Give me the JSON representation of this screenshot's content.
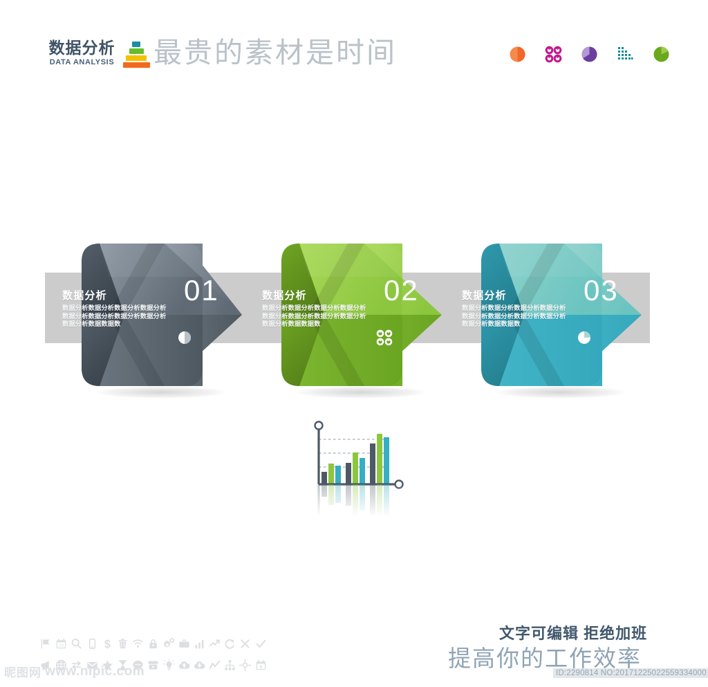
{
  "header": {
    "brand_cn": "数据分析",
    "brand_en": "DATA ANALYSIS",
    "title": "最贵的素材是时间",
    "logo_icon": "pyramid-icon",
    "icons": [
      {
        "name": "orange-pie-icon",
        "color": "#f2672a"
      },
      {
        "name": "magenta-four-circles-icon",
        "color": "#c2168c"
      },
      {
        "name": "purple-pie-chart-icon",
        "color": "#6b3fa0"
      },
      {
        "name": "teal-dot-bar-chart-icon",
        "color": "#128c96"
      },
      {
        "name": "green-pie-icon",
        "color": "#6aa81e"
      }
    ],
    "pyramid_colors": [
      "#1c8fa0",
      "#66bd2e",
      "#f2c200",
      "#f26a1b"
    ]
  },
  "band": {
    "color": "#cccccc"
  },
  "panels": [
    {
      "number": "01",
      "title": "数据分析",
      "body": "数据分析数据分析数据分析数据分析数据分析数据分析数据分析数据分析数据分析数据数据数",
      "icon": "half-circle-pie-icon",
      "color_light": "#7b8794",
      "color_mid": "#6a757f",
      "color_dark": "#4d5863",
      "color_deep": "#3b444d",
      "accent": "#5c6670"
    },
    {
      "number": "02",
      "title": "数据分析",
      "body": "数据分析数据分析数据分析数据分析数据分析数据分析数据分析数据分析数据分析数据数据数",
      "icon": "four-circles-icon",
      "color_light": "#9ed14a",
      "color_mid": "#8cc63f",
      "color_dark": "#6fa524",
      "color_deep": "#5c8c1c",
      "accent": "#7cb52f"
    },
    {
      "number": "03",
      "title": "数据分析",
      "body": "数据分析数据分析数据分析数据分析数据分析数据分析数据分析数据分析数据分析数据数据数",
      "icon": "quarter-pie-icon",
      "color_light": "#7cc9c4",
      "color_mid": "#63bfbd",
      "color_dark": "#36aec3",
      "color_deep": "#2a8fa3",
      "accent": "#4cb7bf"
    }
  ],
  "chart_data": {
    "type": "bar",
    "title": "",
    "xlabel": "",
    "ylabel": "",
    "categories": [
      "1",
      "2",
      "3"
    ],
    "ylim": [
      0,
      100
    ],
    "grid": true,
    "legend": "none",
    "series": [
      {
        "name": "gray",
        "color": "#4d5a66",
        "values": [
          17,
          33,
          72
        ]
      },
      {
        "name": "green",
        "color": "#8cc63f",
        "values": [
          36,
          57,
          93
        ]
      },
      {
        "name": "teal",
        "color": "#36aec3",
        "values": [
          33,
          46,
          85
        ]
      }
    ]
  },
  "footer": {
    "bold_text": "文字可编辑  拒绝加班",
    "thin_text": "提高你的工作效率",
    "watermark_logo": "昵图网",
    "watermark_url": "www.nipic.com",
    "id_text": "ID:2290814 NO:20171225022559334000",
    "icons_row1": [
      "flag-icon",
      "calendar-icon",
      "search-icon",
      "mobile-icon",
      "dollar-icon",
      "trash-icon",
      "wifi-icon",
      "lock-icon",
      "gears-icon",
      "briefcase-icon",
      "bar-chart-icon",
      "trend-up-icon",
      "refresh-icon",
      "close-icon",
      "check-icon"
    ],
    "icons_row2": [
      "megaphone-icon",
      "globe-icon",
      "transfer-icon",
      "envelope-icon",
      "star-icon",
      "hourglass-icon",
      "chat-icon",
      "video-icon",
      "lightbulb-icon",
      "cloud-upload-icon",
      "cloud-download-icon",
      "line-chart-icon",
      "sitemap-icon",
      "target-icon",
      "calendar-dollar-icon"
    ]
  }
}
